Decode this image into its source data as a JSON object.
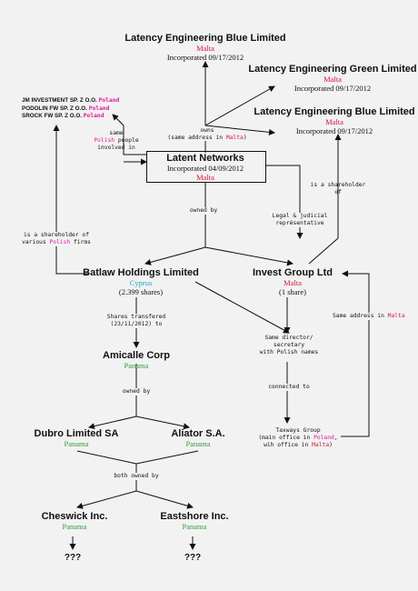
{
  "top_companies": [
    {
      "name": "Latency Engineering Blue Limited",
      "country": "Malta",
      "incorporated": "Incorporated 09/17/2012"
    },
    {
      "name": "Latency Engineering Green Limited",
      "country": "Malta",
      "incorporated": "Incorporated 09/17/2012"
    },
    {
      "name": "Latency Engineering Blue Limited",
      "country": "Malta",
      "incorporated": "Incorporated 09/17/2012"
    }
  ],
  "polish_firms": {
    "items": [
      {
        "name": "JM INVESTMENT SP. Z O.O.",
        "country": "Poland"
      },
      {
        "name": "PODOLIN FW SP. Z O.O.",
        "country": "Poland"
      },
      {
        "name": "SROCK FW SP. Z O.O.",
        "country": "Poland"
      }
    ],
    "note": {
      "pre": "same",
      "highlight": "Polish",
      "post": "people",
      "line2": "involved in"
    }
  },
  "owns_label": {
    "line1": "owns",
    "pre": "(same address in",
    "highlight": "Malta",
    "post": ")"
  },
  "latent": {
    "name": "Latent Networks",
    "incorporated": "Incorporated 04/09/2012",
    "country": "Malta"
  },
  "shareholder_of": {
    "line1": "is a shareholder",
    "line2": "of"
  },
  "owned_by_1": "owned by",
  "legal_rep": {
    "line1": "Legal & judicial",
    "line2": "représentative"
  },
  "various_polish": {
    "line1": "is a shareholder of",
    "pre": "various",
    "highlight": "Polish",
    "post": "firms"
  },
  "batlaw": {
    "name": "Batlaw Holdings Limited",
    "country": "Cyprus",
    "shares": "(2.399 shares)"
  },
  "invest": {
    "name": "Invest Group Ltd",
    "country": "Malta",
    "shares": "(1 share)"
  },
  "same_address": {
    "pre": "Same address in",
    "highlight": "Malta"
  },
  "shares_transfered": {
    "line1": "Shares transfered",
    "line2": "(23/11/2012) to"
  },
  "same_director": {
    "line1": "Same director/",
    "line2": "secretary",
    "line3": "with Polish names"
  },
  "amicalle": {
    "name": "Amicalle Corp",
    "country": "Panama"
  },
  "owned_by_2": "owned by",
  "connected_to": "connected to",
  "taxways": {
    "line1": "Taxways Group",
    "l2_pre": "(main office in",
    "l2_hl": "Poland",
    "l2_post": ",",
    "l3_pre": "wih office in",
    "l3_hl": "Malta",
    "l3_post": ")"
  },
  "dubro": {
    "name": "Dubro Limited SA",
    "country": "Panama"
  },
  "aliator": {
    "name": "Aliator S.A.",
    "country": "Panama"
  },
  "both_owned": "both owned by",
  "cheswick": {
    "name": "Cheswick Inc.",
    "country": "Panama",
    "unknown": "???"
  },
  "eastshore": {
    "name": "Eastshore Inc.",
    "country": "Panama",
    "unknown": "???"
  }
}
